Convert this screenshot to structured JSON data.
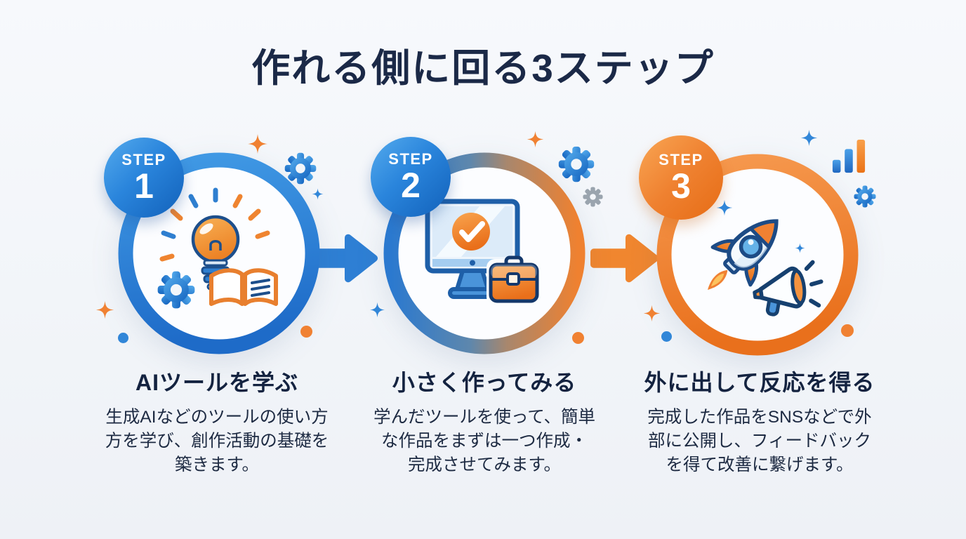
{
  "title": "作れる側に回る3ステップ",
  "steps": [
    {
      "badge": {
        "label": "STEP",
        "number": "1"
      },
      "title": "AIツールを学ぶ",
      "body_lines": [
        "生成AIなどのツールの使い方",
        "方を学び、創作活動の基礎を",
        "築きます。"
      ],
      "icon": "lightbulb-book-gear-icon",
      "ring_color": "blue"
    },
    {
      "badge": {
        "label": "STEP",
        "number": "2"
      },
      "title": "小さく作ってみる",
      "body_lines": [
        "学んだツールを使って、簡単",
        "な作品をまずは一つ作成・",
        "完成させてみます。"
      ],
      "icon": "monitor-check-briefcase-icon",
      "ring_color": "blue-to-orange"
    },
    {
      "badge": {
        "label": "STEP",
        "number": "3"
      },
      "title": "外に出して反応を得る",
      "body_lines": [
        "完成した作品をSNSなどで外",
        "部に公開し、フィードバック",
        "を得て改善に繋げます。"
      ],
      "icon": "rocket-megaphone-icon",
      "ring_color": "orange"
    }
  ],
  "arrows": [
    {
      "direction": "right",
      "color": "#2e7fd4"
    },
    {
      "direction": "right",
      "color": "#f0862f"
    }
  ],
  "decorations": {
    "icons": [
      "gear-icon",
      "sparkle-icon",
      "dot",
      "bar-chart-icon"
    ],
    "colors": {
      "blue": "#2f81d6",
      "orange": "#f08132",
      "gray": "#9aa4ae"
    }
  },
  "palette": {
    "title_text": "#1b2947",
    "body_text": "#1d2a42",
    "blue": "#2e7fd4",
    "blue_dark": "#1565c0",
    "orange": "#f08132",
    "background": "#f2f5f9"
  }
}
